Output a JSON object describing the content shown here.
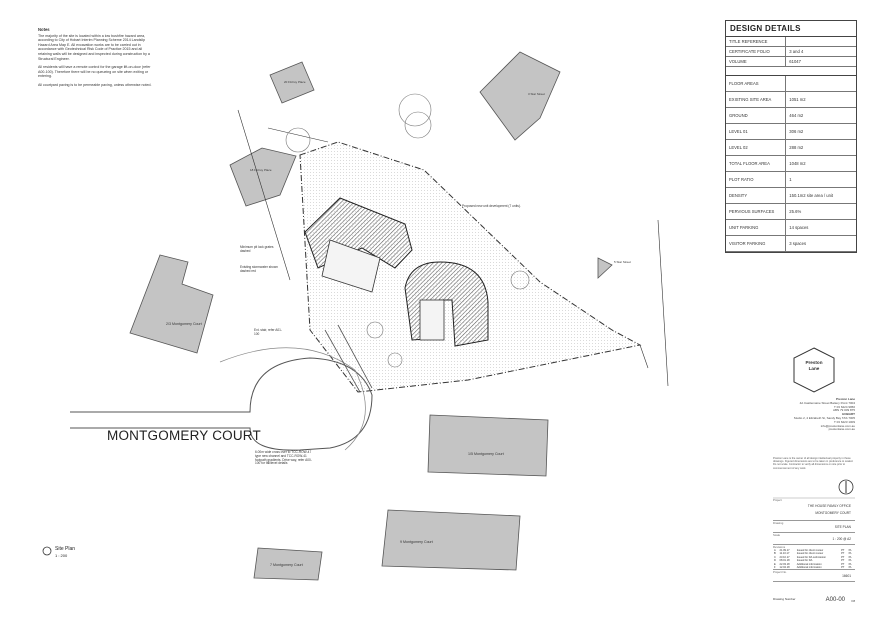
{
  "notes": {
    "heading": "Notes",
    "paragraphs": [
      "The majority of the site is located within a low bushfire hazard area, according to City of Hobart Interim Planning Scheme 2014 Landslip Hazard Area Map E. All excavation works are to be carried out in accordance with Geotechnical Risk Code of Practice 2015 and all retaining walls will be designed and inspected during construction by a Structural Engineer.",
      "All residents will have a remote control for the garage lift-on-door (refer A00-100). Therefore there will be no queueing on site when exiting or entering.",
      "All courtyard paving is to be permeable paving, unless otherwise noted."
    ]
  },
  "design_details": {
    "title": "DESIGN DETAILS",
    "rows1": [
      {
        "k": "TITLE REFERENCE",
        "v": ""
      },
      {
        "k": "CERTIFICATE FOLIO",
        "v": "3 and 4"
      },
      {
        "k": "VOLUME",
        "v": "61047"
      }
    ],
    "rows2": [
      {
        "k": "FLOOR AREAS",
        "v": ""
      },
      {
        "k": "EXISTING SITE AREA",
        "v": "1051 m2"
      },
      {
        "k": "GROUND",
        "v": "464 m2"
      },
      {
        "k": "LEVEL 01",
        "v": "306 m2"
      },
      {
        "k": "LEVEL 02",
        "v": "288 m2"
      },
      {
        "k": "TOTAL FLOOR AREA",
        "v": "1048 m2"
      },
      {
        "k": "PLOT RATIO",
        "v": "1"
      },
      {
        "k": "DENSITY",
        "v": "150.1m2 site area / unit"
      },
      {
        "k": "PERVIOUS SURFACES",
        "v": "25.6%"
      },
      {
        "k": "UNIT PARKING",
        "v": "14 spaces"
      },
      {
        "k": "VISITOR PARKING",
        "v": "3 spaces"
      }
    ]
  },
  "plan": {
    "street_name": "MONTGOMERY COURT",
    "lots": {
      "l1": "2/3 Montgomery Court",
      "l2": "1/5 Montgomery Court",
      "l3": "9 Montgomery Court",
      "l4": "7 Montgomery Court",
      "l5": "20 Fitzroy Place",
      "l6": "18 Fitzroy Place",
      "l7": "3 Star Street",
      "l8": "5 Star Street"
    },
    "annotations": {
      "a1": "Proposed new unit development (7 units).",
      "a2": "Minimum pit lock grates dashed",
      "a3": "Existing stormwater shown dashed red",
      "a4": "6.00m wide cross over to TCC-ROW-47 type new channel and TCC-ROW-41 footpath gradients. Drive way, refer A00-100 for fall/level details",
      "a5": "Ext. stair, refer A01-100"
    },
    "scale_title": "Site Plan",
    "scale_sub": "1 : 200"
  },
  "logo": {
    "line1": "Preston",
    "line2": "Lane"
  },
  "title_block": {
    "office": [
      "Preston Lane",
      "4A Castlemaine Street Battery Point 7004",
      "T 03 6224 9950",
      "ABN 79 009 875",
      "HOBART",
      "Studio 2, 4 Elizabeth St, Sandy Bay TAS 7005",
      "T 03 6223 1009",
      "info@prestonlane.com.au",
      "prestonlane.com.au"
    ],
    "disclaimer": "Preston Lane is the owner of all design intellectual property in these drawings. Figured dimensions are to be taken in preference to scaled. Do not scale. Contractor to verify all dimensions on site prior to commencement of any work.",
    "project_label": "Project",
    "project_line1": "THE HOUSE FAMILY OFFICE",
    "project_line2": "MONTGOMERY COURT",
    "drawing_label": "Drawing",
    "drawing_name": "SITE PLAN",
    "scale_label": "Scale",
    "scale_value": "1 : 200 @ A2",
    "revisions_label": "Revisions",
    "revisions": [
      [
        "A",
        "21.09.17",
        "Issued for client review",
        "PT",
        "PL"
      ],
      [
        "B",
        "11.10.17",
        "Issued for client review",
        "PT",
        "PL"
      ],
      [
        "C",
        "23.10.17",
        "Issued for DA submission",
        "PT",
        "PL"
      ],
      [
        "D",
        "08.01.18",
        "Issued for DA",
        "PT",
        "PL"
      ],
      [
        "E",
        "22.03.18",
        "Additional information",
        "PT",
        "PL"
      ],
      [
        "F",
        "12.04.18",
        "Additional information",
        "PT",
        "PL"
      ]
    ],
    "project_no_label": "Project No.",
    "project_no": "16601",
    "drawing_no_label": "Drawing Number",
    "drawing_no": "A00-00",
    "rev": "F8"
  }
}
